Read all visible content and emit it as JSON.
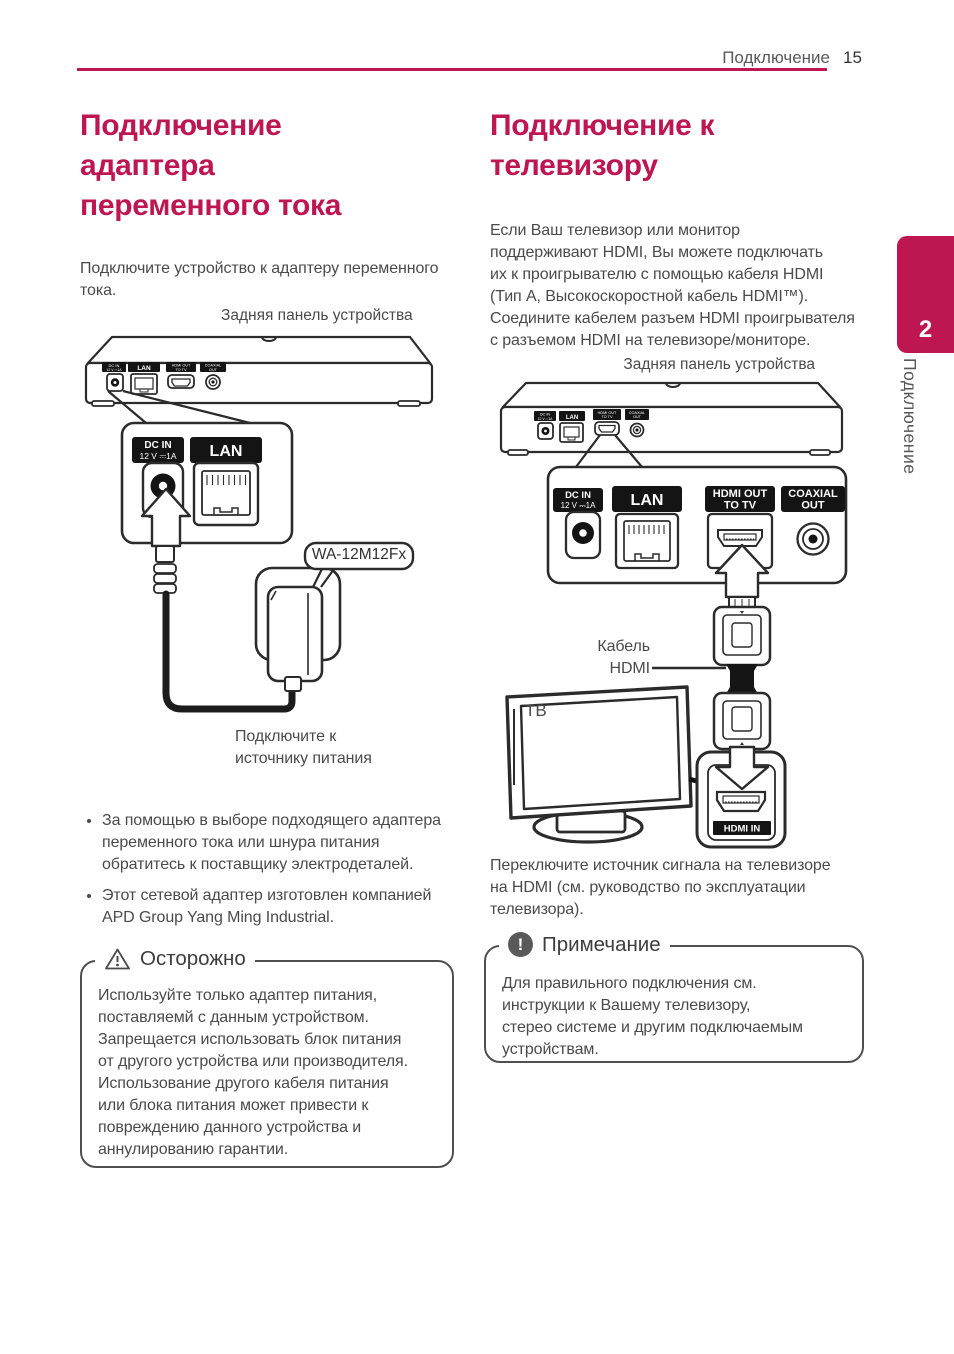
{
  "accent": "#BE1650",
  "header": {
    "section": "Подключение",
    "page_number": "15"
  },
  "sidebar": {
    "chapter_number": "2",
    "chapter_label": "Подключение"
  },
  "ports": {
    "dc_in": "DC IN",
    "dc_in_spec": "12 V ⎓1A",
    "lan": "LAN",
    "hdmi_out_1": "HDMI OUT",
    "hdmi_out_2": "TO TV",
    "coaxial_1": "COAXIAL",
    "coaxial_2": "OUT",
    "hdmi_in": "HDMI IN"
  },
  "left": {
    "heading": "Подключение\nадаптера\nпеременного тока",
    "intro": "Подключите устройство к адаптеру переменного\nтока.",
    "caption": "Задняя панель устройства",
    "adapter_model": "WA-12M12Fx",
    "power_note": "Подключите к\nисточнику питания",
    "bullets": [
      "За помощью в выборе подходящего адаптера\nпеременного тока или шнура питания\nобратитесь к поставщику электродеталей.",
      "Этот сетевой адаптер изготовлен компанией\nAPD Group Yang Ming Industrial."
    ],
    "caution": {
      "title": "Осторожно",
      "body": "Используйте только адаптер питания,\nпоставляемй с данным устройством.\nЗапрещается использовать блок питания\nот другого устройства или производителя.\nИспользование другого кабеля питания\nили блока питания может привести к\nповреждению данного устройства и\nаннулированию гарантии."
    }
  },
  "right": {
    "heading": "Подключение к\nтелевизору",
    "intro": "Если Ваш телевизор или монитор\nподдерживают HDMI, Вы можете подключать\nих к проигрывателю с помощью кабеля HDMI\n(Тип A, Высокоскоростной кабель HDMI™).\nСоедините кабелем разъем HDMI проигрывателя\nс разъемом HDMI на телевизоре/мониторе.",
    "caption": "Задняя панель устройства",
    "cable_label": "Кабель\nHDMI",
    "tv_label": "ТВ",
    "outro": "Переключите источник сигнала на телевизоре\nна HDMI (см. руководство по эксплуатации\nтелевизора).",
    "note": {
      "title": "Примечание",
      "body": "Для правильного подключения см.\nинструкции к Вашему телевизору,\nстерео системе и другим подключаемым\nустройствам."
    }
  }
}
